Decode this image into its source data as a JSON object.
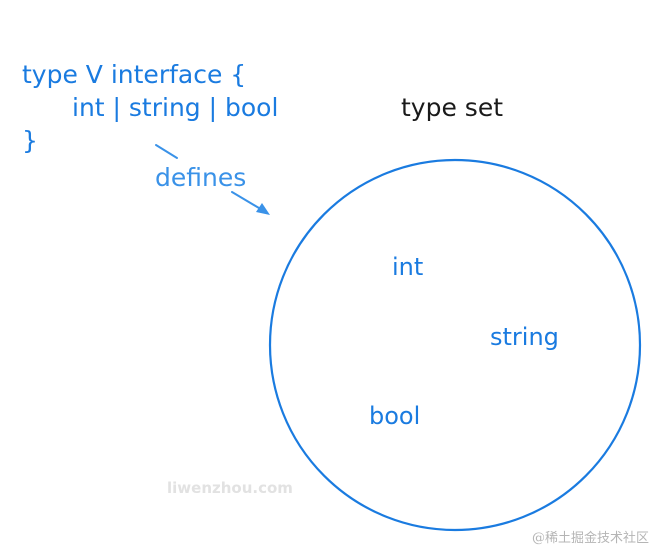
{
  "code": {
    "line1": "type V interface {",
    "line2": "int | string | bool",
    "line3": "}"
  },
  "annotation": {
    "label": "defines",
    "arrow": "arrow-icon"
  },
  "type_set": {
    "title": "type set",
    "members": [
      "int",
      "string",
      "bool"
    ]
  },
  "watermarks": {
    "site": "liwenzhou.com",
    "platform": "@稀土掘金技术社区"
  },
  "colors": {
    "code_blue": "#1a7be0",
    "arrow_blue": "#3a92e8",
    "circle_blue": "#1a7be0",
    "title_black": "#1a1a1a"
  }
}
